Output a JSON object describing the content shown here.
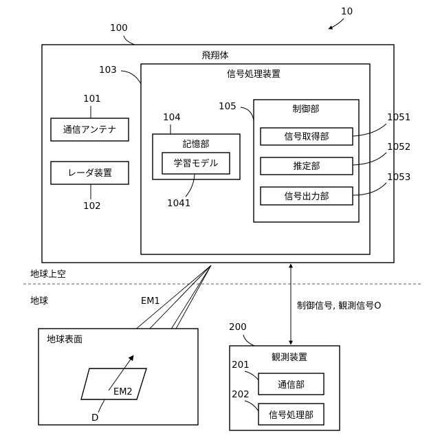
{
  "ref_system": "10",
  "aircraft": {
    "ref": "100",
    "title": "飛翔体"
  },
  "antenna": {
    "ref": "101",
    "label": "通信アンテナ"
  },
  "radar": {
    "ref": "102",
    "label": "レーダ装置"
  },
  "signal_processor": {
    "ref": "103",
    "title": "信号処理装置"
  },
  "storage": {
    "ref": "104",
    "title": "記憶部"
  },
  "learning_model": {
    "ref": "1041",
    "label": "学習モデル"
  },
  "controller": {
    "ref": "105",
    "title": "制御部"
  },
  "signal_acquisition": {
    "ref": "1051",
    "label": "信号取得部"
  },
  "estimation": {
    "ref": "1052",
    "label": "推定部"
  },
  "signal_output": {
    "ref": "1053",
    "label": "信号出力部"
  },
  "above_earth_label": "地球上空",
  "earth_label": "地球",
  "em1_label": "EM1",
  "em2_label": "EM2",
  "d_label": "D",
  "earth_surface": {
    "label": "地球表面"
  },
  "link_label": "制御信号, 観測信号O",
  "observation_device": {
    "ref": "200",
    "title": "観測装置"
  },
  "communication_unit": {
    "ref": "201",
    "label": "通信部"
  },
  "ground_signal_processor": {
    "ref": "202",
    "label": "信号処理部"
  }
}
